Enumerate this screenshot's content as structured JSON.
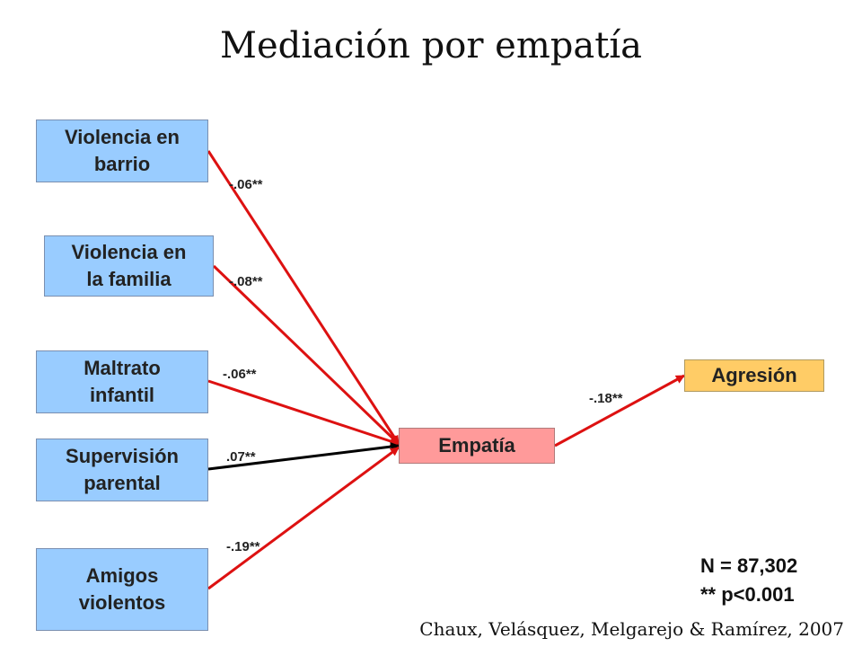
{
  "title": "Mediación por empatía",
  "predictors": [
    {
      "label": "Violencia en\nbarrio",
      "coef": "-.06**"
    },
    {
      "label": "Violencia en\nla familia",
      "coef": "-.08**"
    },
    {
      "label": "Maltrato\ninfantil",
      "coef": "-.06**"
    },
    {
      "label": "Supervisión\nparental",
      "coef": ".07**"
    },
    {
      "label": "Amigos\nviolentos",
      "coef": "-.19**"
    }
  ],
  "mediator": {
    "label": "Empatía"
  },
  "outcome": {
    "label": "Agresión",
    "coef": "-.18**"
  },
  "notes": {
    "n": "N = 87,302",
    "sig": "** p<0.001"
  },
  "citation": "Chaux, Velásquez, Melgarejo & Ramírez, 2007",
  "colors": {
    "negative_path": "#dd1111",
    "positive_path": "#000000",
    "predictor_fill": "#99ccff",
    "mediator_fill": "#ff9a9a",
    "outcome_fill": "#ffcc66"
  }
}
